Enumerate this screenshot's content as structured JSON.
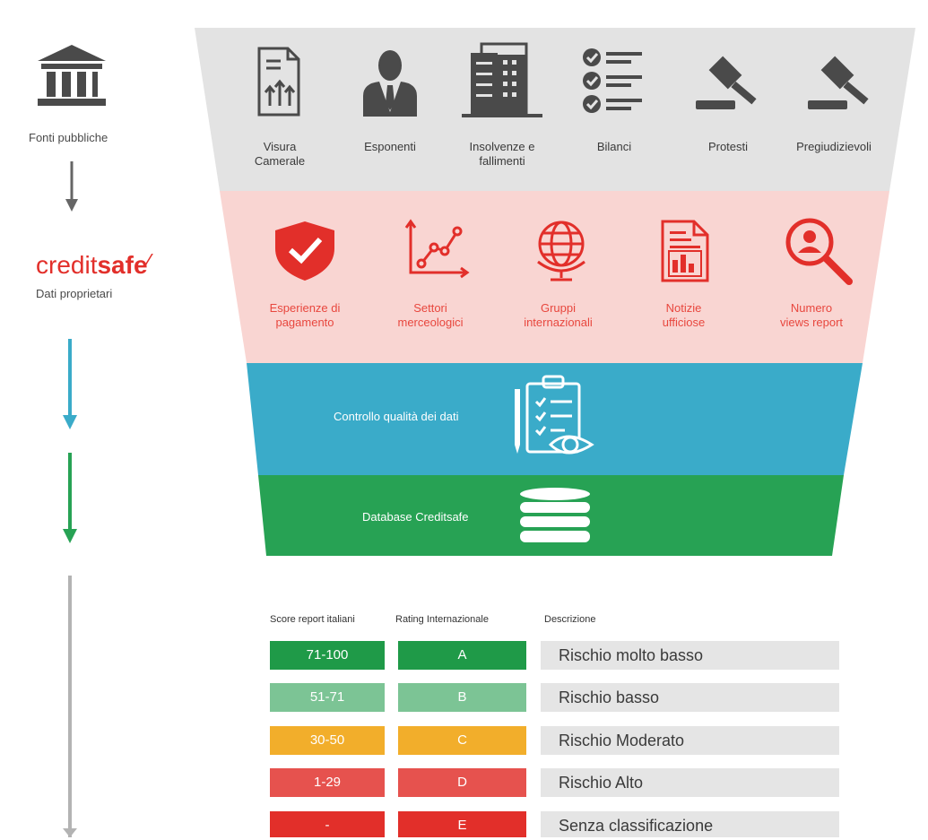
{
  "left": {
    "public_sources_label": "Fonti pubbliche",
    "brand_text_regular": "credit",
    "brand_text_bold": "safe",
    "proprietary_label": "Dati proprietari"
  },
  "funnel": {
    "public": [
      {
        "label_1": "Visura",
        "label_2": "Camerale"
      },
      {
        "label_1": "Esponenti",
        "label_2": ""
      },
      {
        "label_1": "Insolvenze e",
        "label_2": "fallimenti"
      },
      {
        "label_1": "Bilanci",
        "label_2": ""
      },
      {
        "label_1": "Protesti",
        "label_2": ""
      },
      {
        "label_1": "Pregiudizievoli",
        "label_2": ""
      }
    ],
    "proprietary": [
      {
        "label_1": "Esperienze di",
        "label_2": "pagamento"
      },
      {
        "label_1": "Settori",
        "label_2": "merceologici"
      },
      {
        "label_1": "Gruppi",
        "label_2": "internazionali"
      },
      {
        "label_1": "Notizie",
        "label_2": "ufficiose"
      },
      {
        "label_1": "Numero",
        "label_2": "views report"
      }
    ],
    "quality_label": "Controllo qualità dei dati",
    "database_label": "Database Creditsafe"
  },
  "table": {
    "headers": [
      "Score report italiani",
      "Rating Internazionale",
      "Descrizione"
    ],
    "rows": [
      {
        "score": "71-100",
        "rating": "A",
        "description": "Rischio molto basso",
        "color": "#1f9a48"
      },
      {
        "score": "51-71",
        "rating": "B",
        "description": "Rischio basso",
        "color": "#7cc495"
      },
      {
        "score": "30-50",
        "rating": "C",
        "description": "Rischio Moderato",
        "color": "#f2ae2b"
      },
      {
        "score": "1-29",
        "rating": "D",
        "description": "Rischio Alto",
        "color": "#e6524e"
      },
      {
        "score": "-",
        "rating": "E",
        "description": "Senza classificazione",
        "color": "#e22f2a"
      }
    ]
  },
  "colors": {
    "gray_band": "#e3e3e3",
    "pink_band": "#f9d5d2",
    "blue_band": "#3aabc9",
    "green_band": "#27a254",
    "brand_red": "#e22f2a",
    "icon_dark": "#4a4a4a"
  },
  "icons": [
    "bank-icon",
    "document-growth-icon",
    "person-icon",
    "building-icon",
    "checklist-icon",
    "gavel-icon",
    "shield-check-icon",
    "line-chart-icon",
    "globe-icon",
    "report-document-icon",
    "search-person-icon",
    "clipboard-eye-icon",
    "database-icon"
  ]
}
